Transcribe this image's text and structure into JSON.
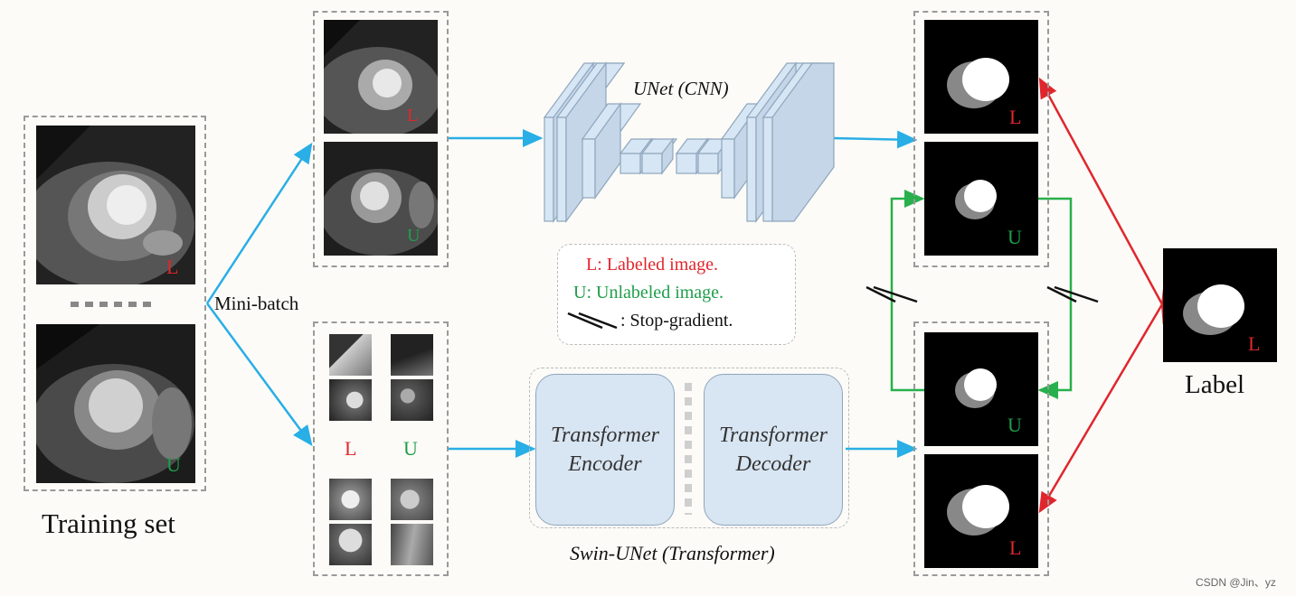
{
  "training_set": {
    "caption": "Training set",
    "labeled_tag": "L",
    "unlabeled_tag": "U"
  },
  "minibatch_label": "Mini-batch",
  "batch_tags": {
    "labeled": "L",
    "unlabeled": "U"
  },
  "unet": {
    "title": "UNet (CNN)"
  },
  "legend": {
    "labeled": "L: Labeled image.",
    "unlabeled": "U: Unlabeled image.",
    "stop_gradient": ": Stop-gradient."
  },
  "swin": {
    "encoder_line1": "Transformer",
    "encoder_line2": "Encoder",
    "decoder_line1": "Transformer",
    "decoder_line2": "Decoder",
    "caption": "Swin-UNet (Transformer)"
  },
  "predictions": {
    "top_labeled": "L",
    "top_unlabeled": "U",
    "bottom_unlabeled": "U",
    "bottom_labeled": "L"
  },
  "label_panel": {
    "tag": "L",
    "caption": "Label"
  },
  "watermark": "CSDN @Jin、yz",
  "colors": {
    "blue_arrow": "#29aee6",
    "green_arrow": "#27b04b",
    "red_arrow": "#e0262d",
    "unet_block": "#d6e6f4"
  }
}
